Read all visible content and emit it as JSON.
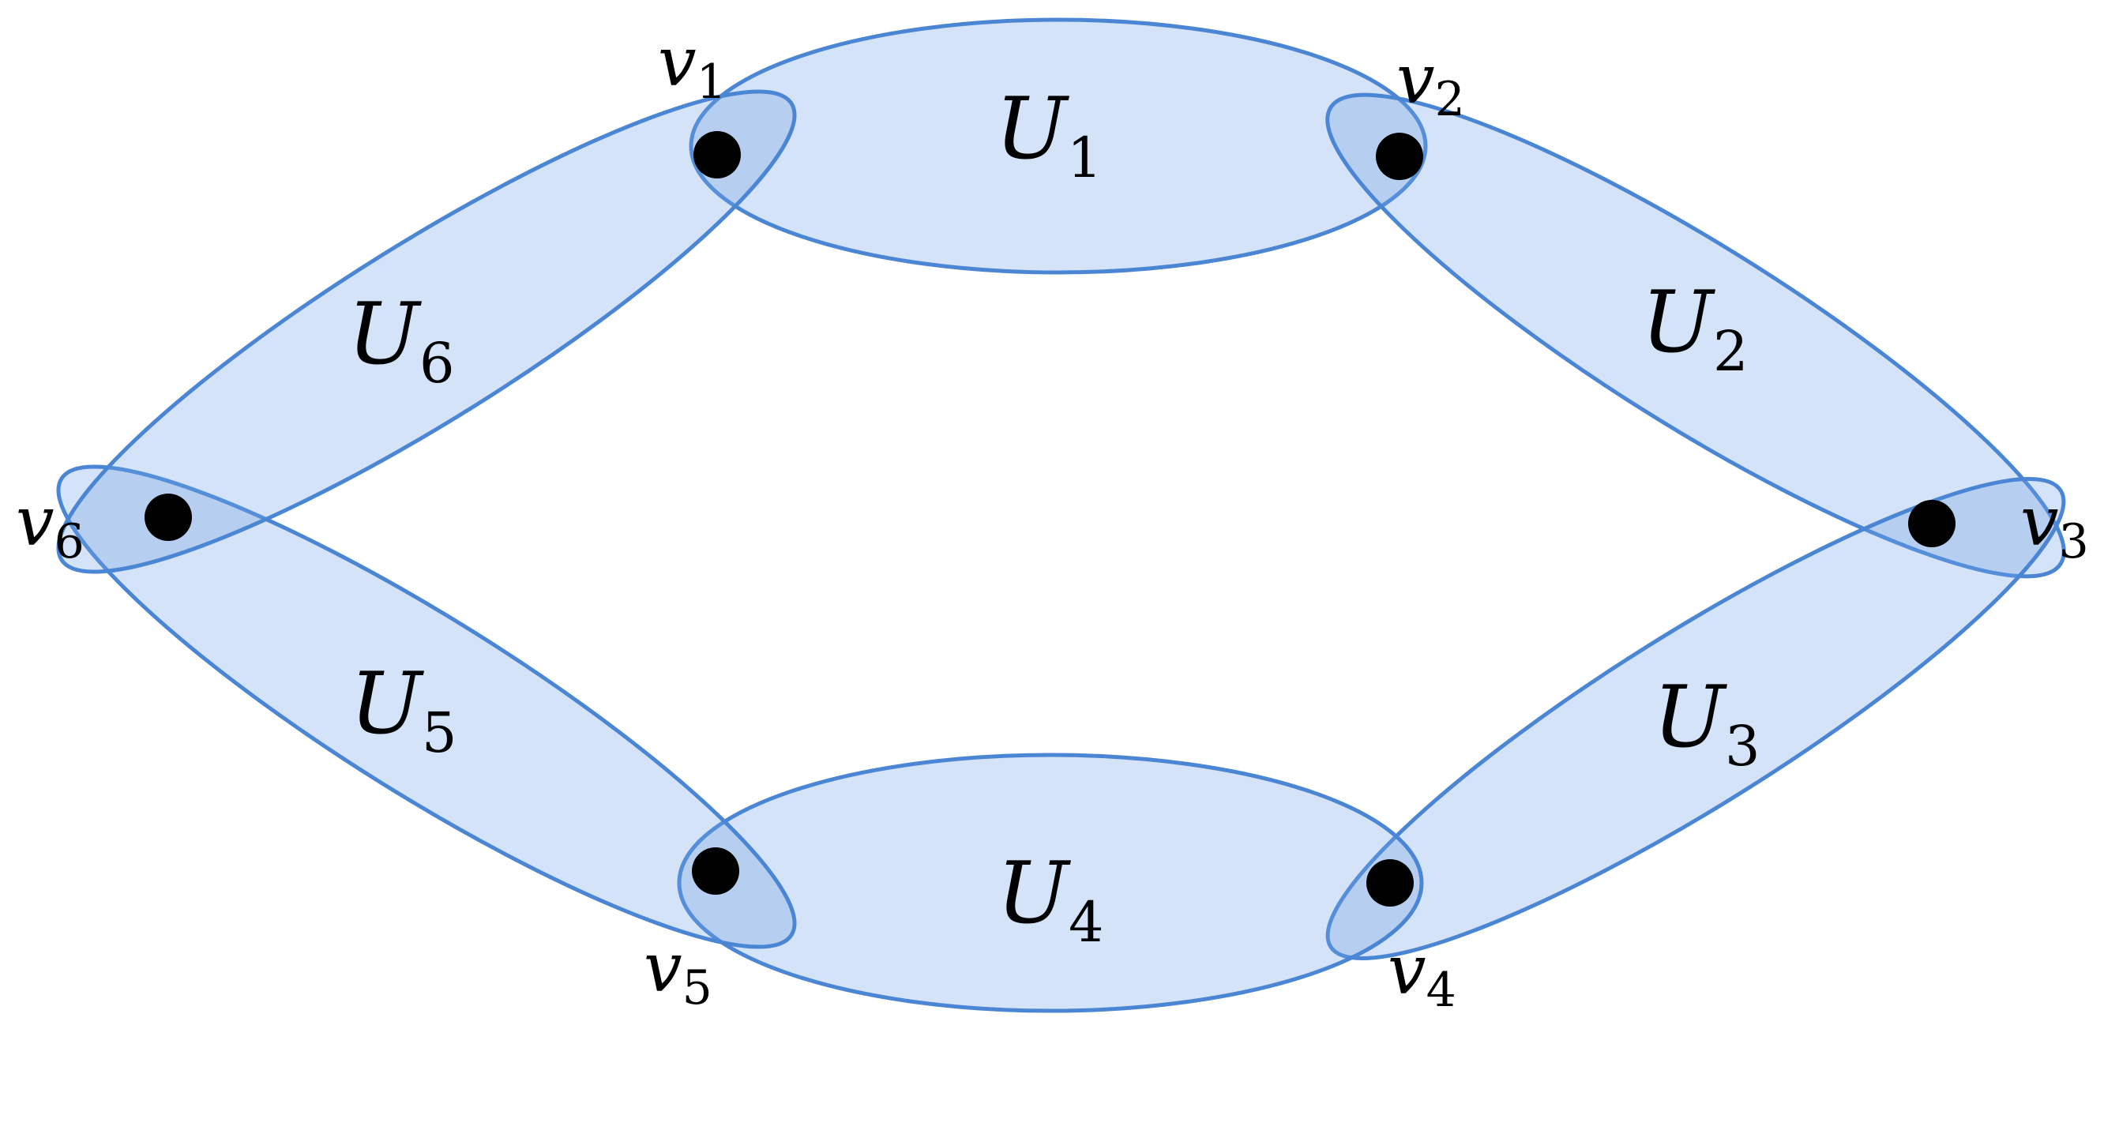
{
  "colors": {
    "edge_stroke": "#4a86d4",
    "edge_fill": "#6fa3e4",
    "vertex": "#000000",
    "label": "#000000"
  },
  "hyperedges": [
    {
      "name": "U",
      "sub": "1",
      "vertices": [
        "v1",
        "v2"
      ]
    },
    {
      "name": "U",
      "sub": "2",
      "vertices": [
        "v2",
        "v3"
      ]
    },
    {
      "name": "U",
      "sub": "3",
      "vertices": [
        "v3",
        "v4"
      ]
    },
    {
      "name": "U",
      "sub": "4",
      "vertices": [
        "v4",
        "v5"
      ]
    },
    {
      "name": "U",
      "sub": "5",
      "vertices": [
        "v5",
        "v6"
      ]
    },
    {
      "name": "U",
      "sub": "6",
      "vertices": [
        "v6",
        "v1"
      ]
    }
  ],
  "vertices": [
    {
      "id": "v1",
      "name": "v",
      "sub": "1"
    },
    {
      "id": "v2",
      "name": "v",
      "sub": "2"
    },
    {
      "id": "v3",
      "name": "v",
      "sub": "3"
    },
    {
      "id": "v4",
      "name": "v",
      "sub": "4"
    },
    {
      "id": "v5",
      "name": "v",
      "sub": "5"
    },
    {
      "id": "v6",
      "name": "v",
      "sub": "6"
    }
  ]
}
